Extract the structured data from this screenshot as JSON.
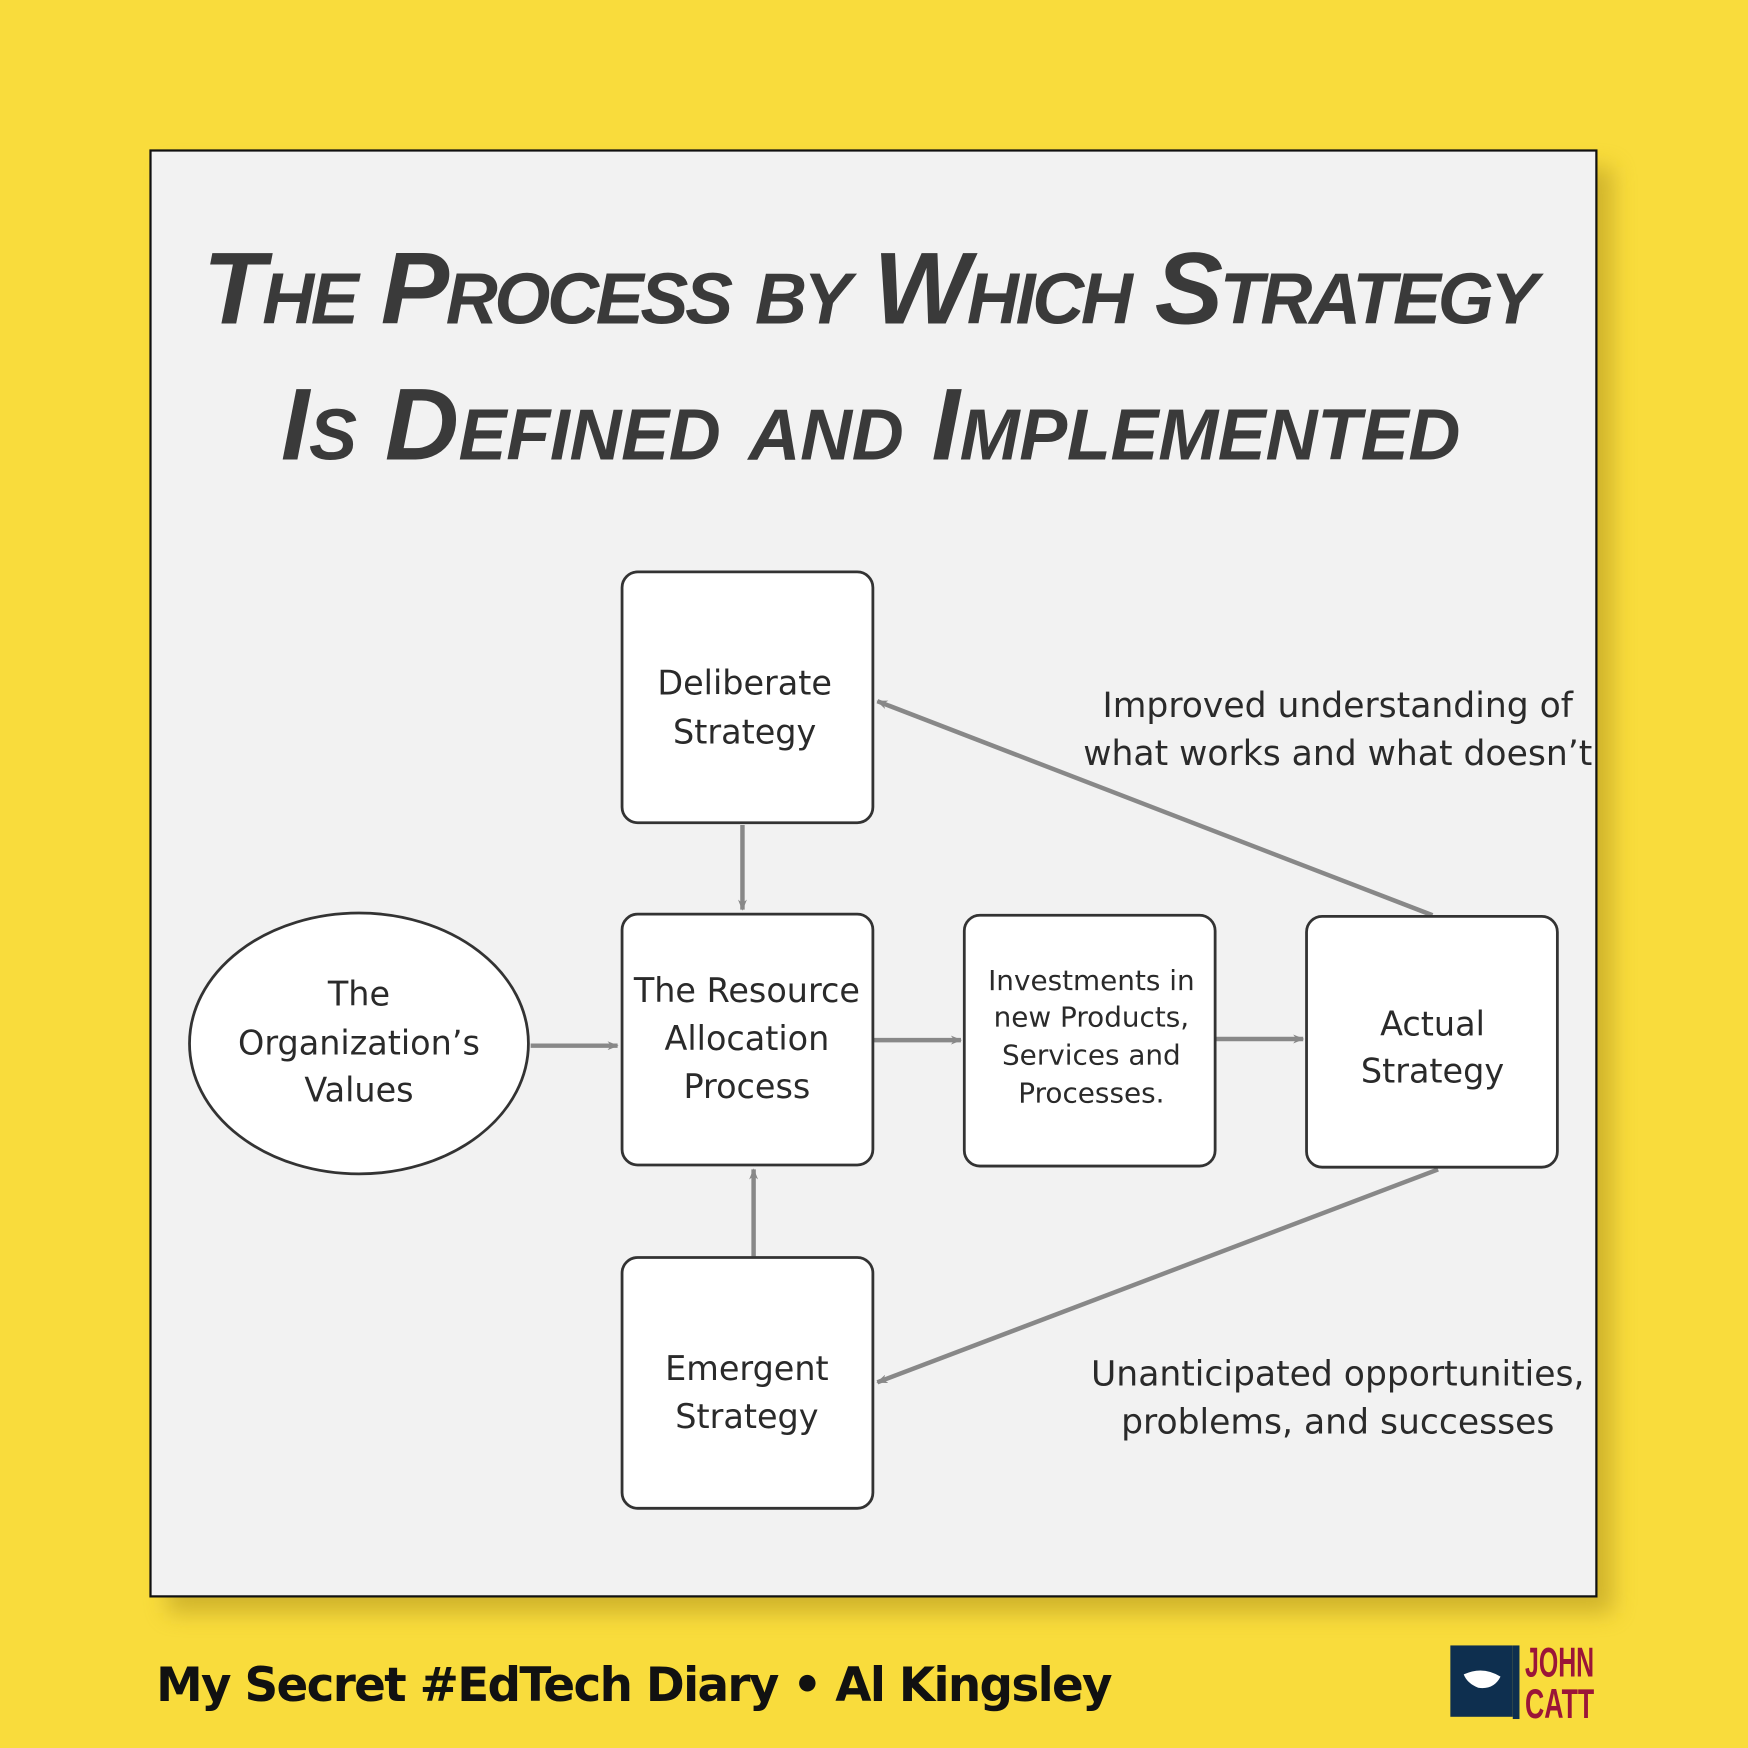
{
  "title": {
    "line1": "The Process by Which Strategy",
    "line2": "Is Defined and Implemented"
  },
  "nodes": {
    "deliberate": [
      "Deliberate",
      "Strategy"
    ],
    "values": [
      "The",
      "Organization’s",
      "Values"
    ],
    "resource": [
      "The Resource",
      "Allocation",
      "Process"
    ],
    "investments": [
      "Investments in",
      "new Products,",
      "Services and",
      "Processes."
    ],
    "actual": [
      "Actual",
      "Strategy"
    ],
    "emergent": [
      "Emergent",
      "Strategy"
    ]
  },
  "notes": {
    "feedback_top": [
      "Improved understanding of",
      "what works and what doesn’t"
    ],
    "feedback_bottom": [
      "Unanticipated opportunities,",
      "problems, and successes"
    ]
  },
  "footer": {
    "text": "My Secret #EdTech Diary • Al Kingsley",
    "logo": [
      "JOHN",
      "CATT"
    ]
  },
  "colors": {
    "background": "#f9dc3c",
    "panel": "#f2f2f2",
    "arrow": "#888888",
    "logo_red": "#9b1538",
    "logo_navy": "#0e2f4f"
  }
}
